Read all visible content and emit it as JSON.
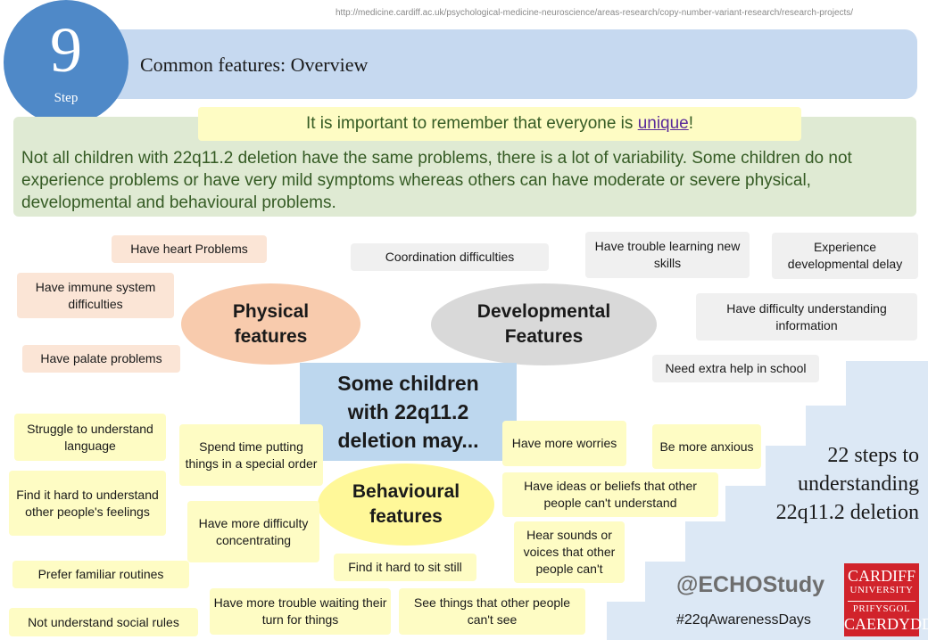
{
  "url": "http://medicine.cardiff.ac.uk/psychological-medicine-neuroscience/areas-research/copy-number-variant-research/research-projects/",
  "header": {
    "step_number": "9",
    "step_word": "Step",
    "title": "Common features: Overview"
  },
  "unique_note": {
    "before": "It is important to remember that everyone is ",
    "link": "unique",
    "after": "!"
  },
  "intro": "Not all children with 22q11.2 deletion have the same problems, there is a lot of variability. Some children do not experience problems or have very mild symptoms whereas others can have moderate or severe physical, developmental and behavioural problems.",
  "center": "Some children with 22q11.2 deletion may...",
  "categories": {
    "physical": "Physical features",
    "developmental": "Developmental Features",
    "behavioural": "Behavioural features"
  },
  "physical_items": [
    "Have heart Problems",
    "Have immune system difficulties",
    "Have palate problems"
  ],
  "developmental_items": [
    "Coordination difficulties",
    "Have trouble learning new skills",
    "Experience developmental delay",
    "Have difficulty understanding information",
    "Need extra help in school"
  ],
  "behavioural_items": [
    "Struggle to understand language",
    "Spend time putting things in a special order",
    "Find it hard to understand other people's feelings",
    "Have more difficulty concentrating",
    "Prefer familiar routines",
    "Not understand social rules",
    "Have more trouble waiting their turn for things",
    "Find it hard to sit still",
    "See things that other people can't see",
    "Have more worries",
    "Be more anxious",
    "Have ideas or beliefs that other people can't understand",
    "Hear sounds or voices that other people can't"
  ],
  "footer": {
    "steps_text": "22 steps to understanding 22q11.2 deletion",
    "handle": "@ECHOStudy",
    "hashtag": "#22qAwarenessDays"
  },
  "logo": {
    "line1": "CARDIFF",
    "line2": "UNIVERSITY",
    "line3": "PRIFYSGOL",
    "line4": "CAERDYDD"
  },
  "colors": {
    "header": "#c6d9f0",
    "step_circle": "#4f89c8",
    "green_box": "#dfead3",
    "green_text": "#355b24",
    "physical": "#f8cbad",
    "developmental": "#d9d9d9",
    "behavioural": "#fff899",
    "center": "#bdd7ee",
    "logo": "#d1232b"
  }
}
